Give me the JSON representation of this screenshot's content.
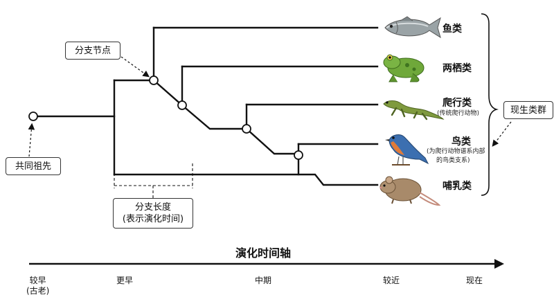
{
  "taxa": [
    {
      "id": "fish",
      "label": "鱼类",
      "icon": "fish-icon"
    },
    {
      "id": "amphibian",
      "label": "两栖类",
      "icon": "frog-icon"
    },
    {
      "id": "reptile",
      "label": "爬行类",
      "sub": "(传统爬行动物)",
      "icon": "lizard-icon"
    },
    {
      "id": "bird",
      "label": "鸟类",
      "sub1": "(为爬行动物谱系内部",
      "sub2": "的鸟类支系)",
      "icon": "bird-icon"
    },
    {
      "id": "mammal",
      "label": "哺乳类",
      "icon": "mouse-icon"
    }
  ],
  "annotations": {
    "branch_node": "分支节点",
    "common_ancestor": "共同祖先",
    "modern_groups": "现生类群",
    "branch_length_line1": "分支长度",
    "branch_length_line2": "(表示演化时间)"
  },
  "axis": {
    "title": "演化时间轴",
    "ticks": [
      {
        "line1": "较早",
        "line2": "(古老)"
      },
      {
        "line1": "更早"
      },
      {
        "line1": "中期"
      },
      {
        "line1": "较近"
      },
      {
        "line1": "现在"
      }
    ]
  },
  "colors": {
    "line": "#111111",
    "fish": "#9aa3a6",
    "frog": "#6fa83a",
    "lizard": "#7f9a3e",
    "bird_back": "#3c6fb0",
    "bird_breast": "#e07b39",
    "mouse": "#a88a6a"
  }
}
